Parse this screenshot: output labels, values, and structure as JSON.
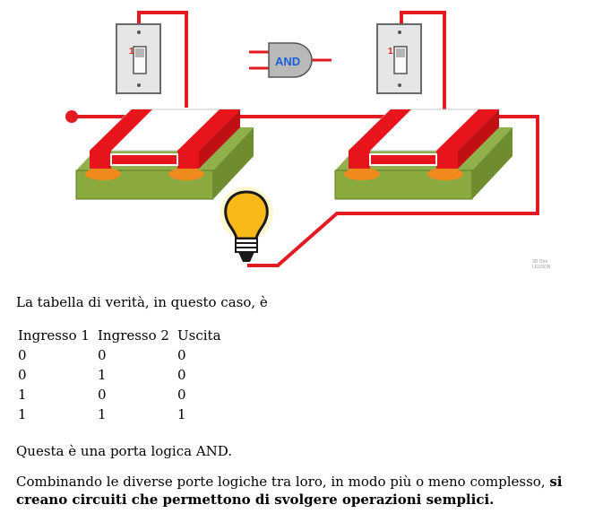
{
  "figure": {
    "gate_label": "AND",
    "switch_left_label": "1",
    "switch_right_label": "1",
    "watermark_line1": "3D One",
    "watermark_line2": "LESSON"
  },
  "intro": "La tabella di verità, in questo caso, è",
  "truth_table": {
    "headers": [
      "Ingresso 1",
      "Ingresso 2",
      "Uscita"
    ],
    "rows": [
      [
        "0",
        "0",
        "0"
      ],
      [
        "0",
        "1",
        "0"
      ],
      [
        "1",
        "0",
        "0"
      ],
      [
        "1",
        "1",
        "1"
      ]
    ]
  },
  "conclusion": "Questa è una porta logica AND.",
  "final_paragraph": {
    "normal": "Combinando le diverse porte logiche tra loro, in modo più o meno complesso, ",
    "bold_1": "si",
    "bold_2": "creano circuiti che permettono di svolgere operazioni semplici."
  }
}
